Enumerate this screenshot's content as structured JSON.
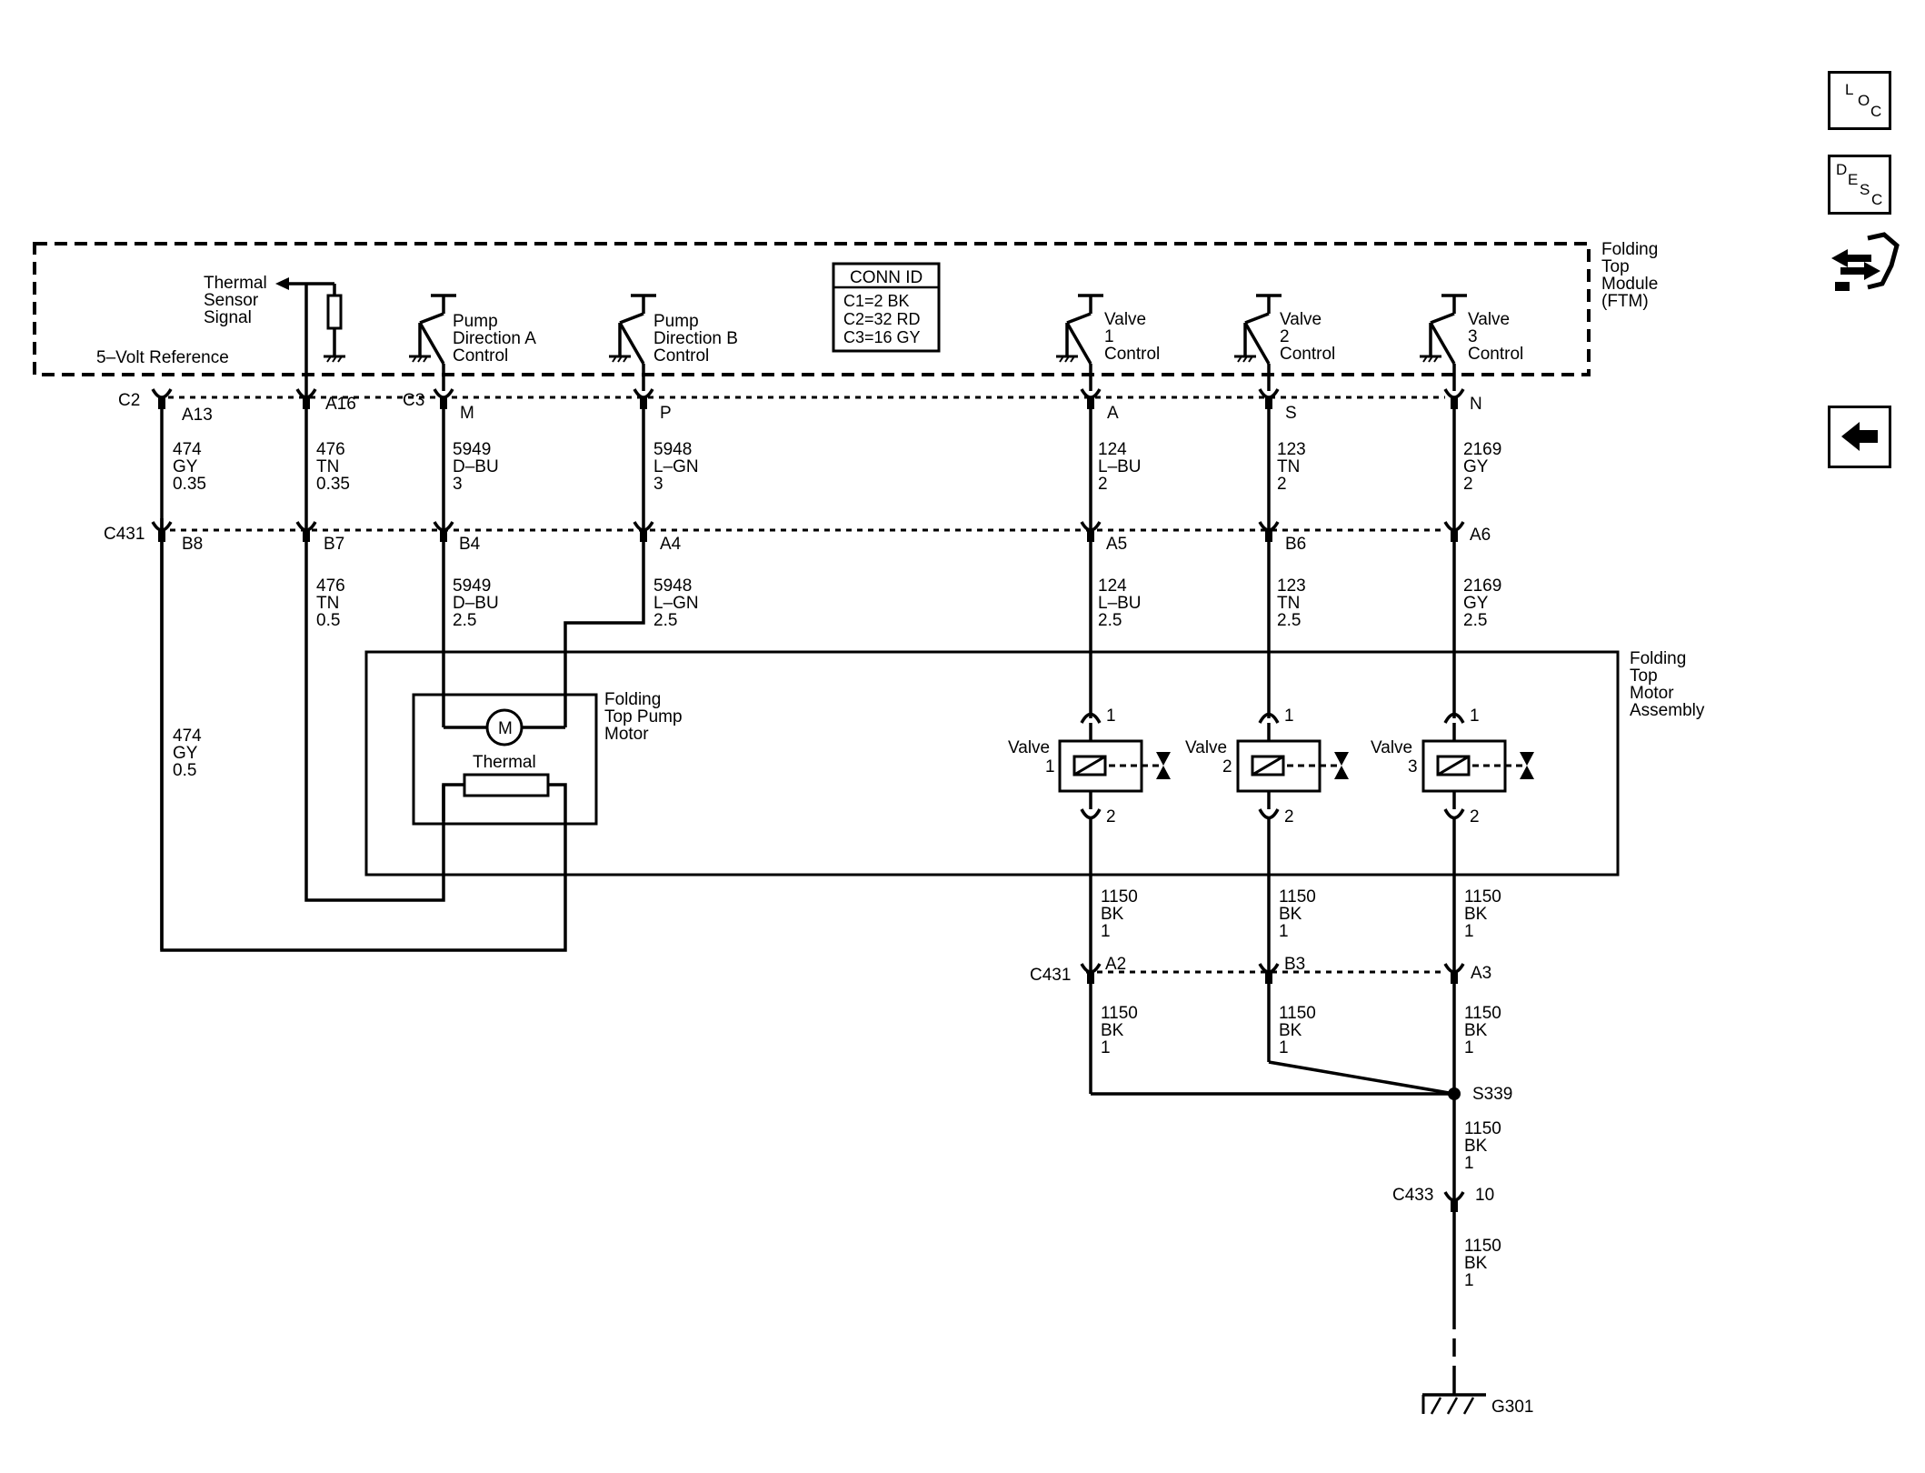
{
  "module": {
    "name": [
      "Folding",
      "Top",
      "Module",
      "(FTM)"
    ],
    "thermal_sensor_signal": [
      "Thermal",
      "Sensor",
      "Signal"
    ],
    "five_volt_reference": "5–Volt Reference",
    "pump_a": [
      "Pump",
      "Direction A",
      "Control"
    ],
    "pump_b": [
      "Pump",
      "Direction B",
      "Control"
    ],
    "valve1": [
      "Valve",
      "1",
      "Control"
    ],
    "valve2": [
      "Valve",
      "2",
      "Control"
    ],
    "valve3": [
      "Valve",
      "3",
      "Control"
    ]
  },
  "conn_id": {
    "title": "CONN ID",
    "lines": [
      "C1=2 BK",
      "C2=32 RD",
      "C3=16 GY"
    ]
  },
  "connectors": {
    "c2": "C2",
    "c3": "C3",
    "c431": "C431",
    "c433": "C433",
    "ftm_pins": [
      "A13",
      "A16",
      "M",
      "P",
      "A",
      "S",
      "N"
    ],
    "c431_upper_pins": [
      "B8",
      "B7",
      "B4",
      "A4",
      "A5",
      "B6",
      "A6"
    ],
    "c431_lower_pins": [
      "A2",
      "B3",
      "A3"
    ],
    "c433_pin": "10"
  },
  "wires_upper": [
    [
      "474",
      "GY",
      "0.35"
    ],
    [
      "476",
      "TN",
      "0.35"
    ],
    [
      "5949",
      "D–BU",
      "3"
    ],
    [
      "5948",
      "L–GN",
      "3"
    ],
    [
      "124",
      "L–BU",
      "2"
    ],
    [
      "123",
      "TN",
      "2"
    ],
    [
      "2169",
      "GY",
      "2"
    ]
  ],
  "wires_middle": [
    [
      "476",
      "TN",
      "0.5"
    ],
    [
      "5949",
      "D–BU",
      "2.5"
    ],
    [
      "5948",
      "L–GN",
      "2.5"
    ],
    [
      "124",
      "L–BU",
      "2.5"
    ],
    [
      "123",
      "TN",
      "2.5"
    ],
    [
      "2169",
      "GY",
      "2.5"
    ]
  ],
  "wire_474_lower": [
    "474",
    "GY",
    "0.5"
  ],
  "motor_assembly": {
    "name": [
      "Folding",
      "Top",
      "Motor",
      "Assembly"
    ],
    "pump_motor": [
      "Folding",
      "Top Pump",
      "Motor"
    ],
    "motor_symbol": "M",
    "thermal": "Thermal",
    "valves": [
      {
        "label": "Valve",
        "num": "1",
        "pin_top": "1",
        "pin_bottom": "2"
      },
      {
        "label": "Valve",
        "num": "2",
        "pin_top": "1",
        "pin_bottom": "2"
      },
      {
        "label": "Valve",
        "num": "3",
        "pin_top": "1",
        "pin_bottom": "2"
      }
    ]
  },
  "ground_wires": {
    "upper": [
      [
        "1150",
        "BK",
        "1"
      ],
      [
        "1150",
        "BK",
        "1"
      ],
      [
        "1150",
        "BK",
        "1"
      ]
    ],
    "lower": [
      [
        "1150",
        "BK",
        "1"
      ],
      [
        "1150",
        "BK",
        "1"
      ],
      [
        "1150",
        "BK",
        "1"
      ]
    ],
    "after_splice": [
      "1150",
      "BK",
      "1"
    ],
    "after_c433": [
      "1150",
      "BK",
      "1"
    ]
  },
  "splice": "S339",
  "ground": "G301",
  "nav": {
    "loc": [
      "L",
      "O",
      "C"
    ],
    "desc": [
      "D",
      "E",
      "S",
      "C"
    ],
    "back_icon": "left-arrow-icon",
    "swap_icon": "flow-arrows-icon"
  }
}
